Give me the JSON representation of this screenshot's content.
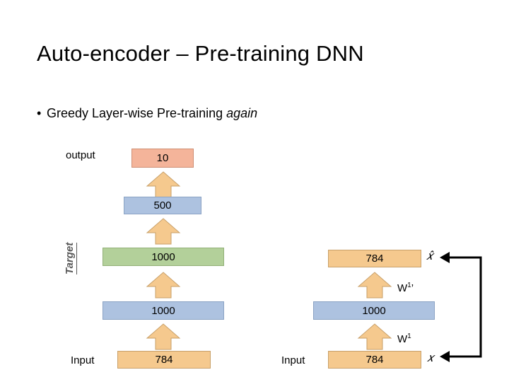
{
  "slide": {
    "title": "Auto-encoder – Pre-training DNN",
    "bullet": {
      "marker": "•",
      "text_plain": "Greedy Layer-wise Pre-training ",
      "text_italic": "again"
    },
    "vertical_label": "Target"
  },
  "left_stack": {
    "output_label": "output",
    "input_label": "Input",
    "nodes": [
      {
        "value": "10",
        "color": "#f4b49a"
      },
      {
        "value": "500",
        "color": "#adc2e0"
      },
      {
        "value": "1000",
        "color": "#b3d09a"
      },
      {
        "value": "1000",
        "color": "#adc2e0"
      },
      {
        "value": "784",
        "color": "#f5c98e"
      }
    ],
    "arrow_count": 4
  },
  "right_stack": {
    "input_label": "Input",
    "nodes": [
      {
        "value": "784",
        "color": "#f5c98e"
      },
      {
        "value": "1000",
        "color": "#adc2e0"
      },
      {
        "value": "784",
        "color": "#f5c98e"
      }
    ],
    "arrow_count": 2,
    "weights": [
      {
        "name": "W1'",
        "base": "W",
        "sup": "1",
        "prime": "’"
      },
      {
        "name": "W1",
        "base": "W",
        "sup": "1",
        "prime": ""
      }
    ],
    "x_hat_label": "𝑥̂",
    "x_label": "𝑥"
  },
  "colors": {
    "orange": "#f5c98e",
    "salmon": "#f4b49a",
    "blue": "#adc2e0",
    "green": "#b3d09a",
    "arrow_fill": "#f5c98e",
    "arrow_stroke": "#c8a06a",
    "text": "#000000",
    "vertical_label": "#595959"
  }
}
